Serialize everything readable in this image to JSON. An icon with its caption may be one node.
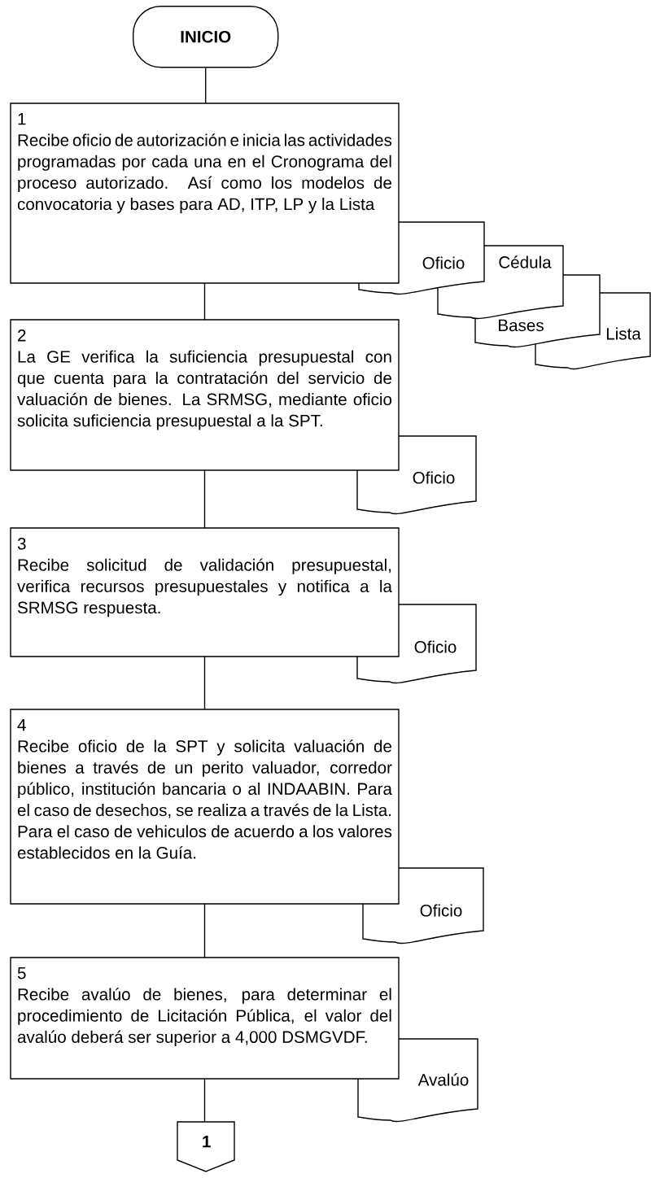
{
  "diagram": {
    "nodes": [
      {
        "text": [
          "INICIO"
        ]
      },
      {
        "text": [
          "1",
          "Recibe oficio de autorización e inicia las actividades programadas por cada una en el Cronograma del proceso autorizado. Así como los modelos de convocatoria y bases para AD, ITP, LP y la Lista"
        ]
      },
      {
        "text": [
          "Oficio"
        ]
      },
      {
        "text": [
          "Cédula"
        ]
      },
      {
        "text": [
          "Bases"
        ]
      },
      {
        "text": [
          "Lista"
        ]
      },
      {
        "text": [
          "2",
          "La GE verifica la suficiencia presupuestal con que cuenta para la contratación del servicio de valuación de bienes. La SRMSG, mediante oficio solicita suficiencia presupuestal a la SPT."
        ]
      },
      {
        "text": [
          "Oficio"
        ]
      },
      {
        "text": [
          "3",
          "Recibe solicitud de validación presupuestal, verifica recursos presupuestales y notifica a la SRMSG respuesta."
        ]
      },
      {
        "text": [
          "Oficio"
        ]
      },
      {
        "text": [
          "4",
          "Recibe oficio de la SPT y solicita valuación de bienes a través de un perito valuador, corredor público, institución bancaria o al INDAABIN. Para el caso de desechos, se realiza a través de la Lista. Para el caso de vehiculos de acuerdo a los valores establecidos en la Guía."
        ]
      },
      {
        "text": [
          "Oficio"
        ]
      },
      {
        "text": [
          "5",
          "Recibe avalúo de bienes, para determinar el procedimiento de Licitación Pública, el valor del avalúo deberá ser superior a 4,000 DSMGVDF."
        ]
      },
      {
        "text": [
          "Avalúo"
        ]
      },
      {
        "text": [
          "1"
        ]
      }
    ],
    "edges": [
      {
        "from": 0,
        "to": 1,
        "arrow": "none"
      },
      {
        "from": 1,
        "to": 6,
        "arrow": "none"
      },
      {
        "from": 6,
        "to": 8,
        "arrow": "none"
      },
      {
        "from": 8,
        "to": 10,
        "arrow": "none"
      },
      {
        "from": 10,
        "to": 12,
        "arrow": "none"
      },
      {
        "from": 12,
        "to": 14,
        "arrow": "none"
      }
    ]
  }
}
